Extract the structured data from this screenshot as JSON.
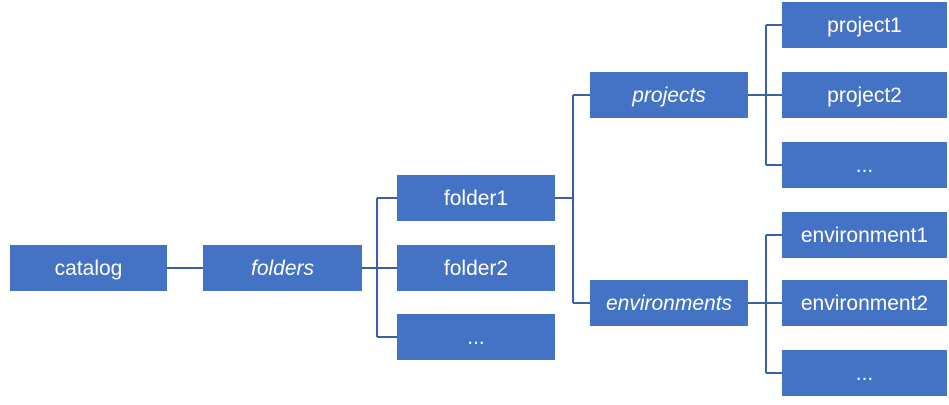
{
  "diagram": {
    "type": "hierarchy-tree",
    "colors": {
      "box_fill": "#4472C4",
      "connector": "#3B5EA9",
      "text": "#FFFFFF",
      "background": "#FFFFFF"
    },
    "nodes": {
      "catalog": {
        "label": "catalog",
        "italic": false
      },
      "folders": {
        "label": "folders",
        "italic": true
      },
      "folder1": {
        "label": "folder1",
        "italic": false
      },
      "folder2": {
        "label": "folder2",
        "italic": false
      },
      "folders_more": {
        "label": "...",
        "italic": false
      },
      "projects": {
        "label": "projects",
        "italic": true
      },
      "project1": {
        "label": "project1",
        "italic": false
      },
      "project2": {
        "label": "project2",
        "italic": false
      },
      "projects_more": {
        "label": "...",
        "italic": false
      },
      "environments": {
        "label": "environments",
        "italic": true
      },
      "environment1": {
        "label": "environment1",
        "italic": false
      },
      "environment2": {
        "label": "environment2",
        "italic": false
      },
      "environments_more": {
        "label": "...",
        "italic": false
      }
    },
    "edges": [
      [
        "catalog",
        "folders"
      ],
      [
        "folders",
        "folder1"
      ],
      [
        "folders",
        "folder2"
      ],
      [
        "folders",
        "folders_more"
      ],
      [
        "folder1",
        "projects"
      ],
      [
        "folder1",
        "environments"
      ],
      [
        "projects",
        "project1"
      ],
      [
        "projects",
        "project2"
      ],
      [
        "projects",
        "projects_more"
      ],
      [
        "environments",
        "environment1"
      ],
      [
        "environments",
        "environment2"
      ],
      [
        "environments",
        "environments_more"
      ]
    ]
  }
}
